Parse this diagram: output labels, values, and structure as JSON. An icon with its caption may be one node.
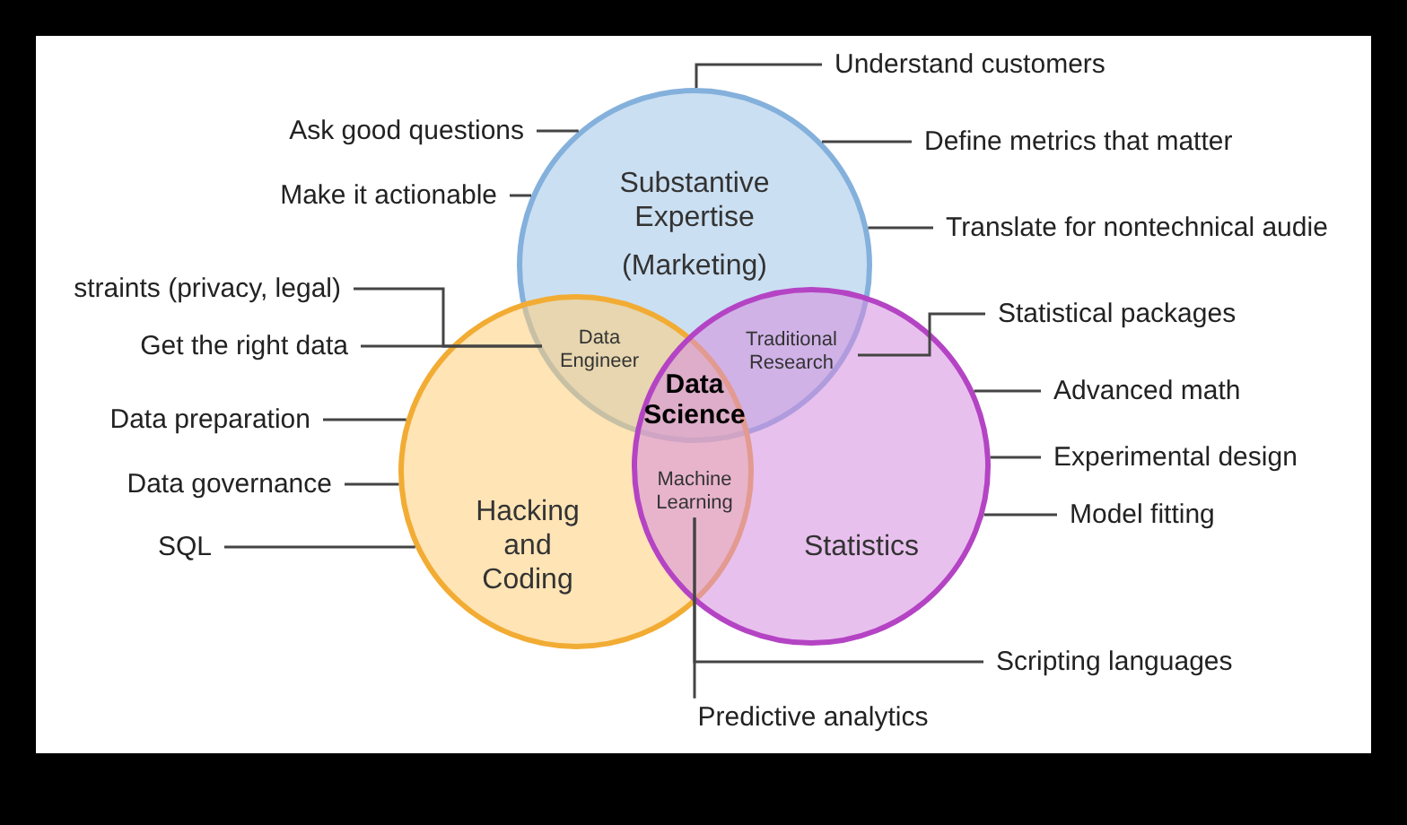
{
  "diagram": {
    "nodes": [
      {
        "text": [
          "Understand customers"
        ]
      },
      {
        "text": [
          "Ask good questions"
        ]
      },
      {
        "text": [
          "Substantive Expertise",
          "(Marketing)"
        ]
      },
      {
        "text": [
          "Define metrics that matter"
        ]
      },
      {
        "text": [
          "Make it actionable"
        ]
      },
      {
        "text": [
          "Translate for nontechnical audie"
        ]
      },
      {
        "text": [
          "straints (privacy, legal)"
        ]
      },
      {
        "text": [
          "Statistical packages"
        ]
      },
      {
        "text": [
          "Get the right data"
        ]
      },
      {
        "text": [
          "Data Engineer"
        ]
      },
      {
        "text": [
          "Traditional Research"
        ]
      },
      {
        "text": [
          "Data Science"
        ]
      },
      {
        "text": [
          "Advanced math"
        ]
      },
      {
        "text": [
          "Data preparation"
        ]
      },
      {
        "text": [
          "Experimental design"
        ]
      },
      {
        "text": [
          "Data governance"
        ]
      },
      {
        "text": [
          "Machine Learning"
        ]
      },
      {
        "text": [
          "Hacking and Coding"
        ]
      },
      {
        "text": [
          "Model fitting"
        ]
      },
      {
        "text": [
          "SQL"
        ]
      },
      {
        "text": [
          "Statistics"
        ]
      },
      {
        "text": [
          "Scripting languages"
        ]
      },
      {
        "text": [
          "Predictive analytics"
        ]
      }
    ],
    "edges": [
      {
        "from": 0,
        "to": 2,
        "arrow": "none"
      },
      {
        "from": 1,
        "to": 2,
        "arrow": "none"
      },
      {
        "from": 3,
        "to": 2,
        "arrow": "none"
      },
      {
        "from": 4,
        "to": 2,
        "arrow": "none"
      },
      {
        "from": 5,
        "to": 2,
        "arrow": "none"
      },
      {
        "from": 6,
        "to": 9,
        "arrow": "none"
      },
      {
        "from": 7,
        "to": 10,
        "arrow": "none"
      },
      {
        "from": 8,
        "to": 9,
        "arrow": "none"
      },
      {
        "from": 12,
        "to": 20,
        "arrow": "none"
      },
      {
        "from": 13,
        "to": 17,
        "arrow": "none"
      },
      {
        "from": 14,
        "to": 20,
        "arrow": "none"
      },
      {
        "from": 15,
        "to": 17,
        "arrow": "none"
      },
      {
        "from": 18,
        "to": 20,
        "arrow": "none"
      },
      {
        "from": 19,
        "to": 17,
        "arrow": "none"
      },
      {
        "from": 21,
        "to": 16,
        "arrow": "none"
      },
      {
        "from": 22,
        "to": 16,
        "arrow": "none"
      }
    ]
  }
}
